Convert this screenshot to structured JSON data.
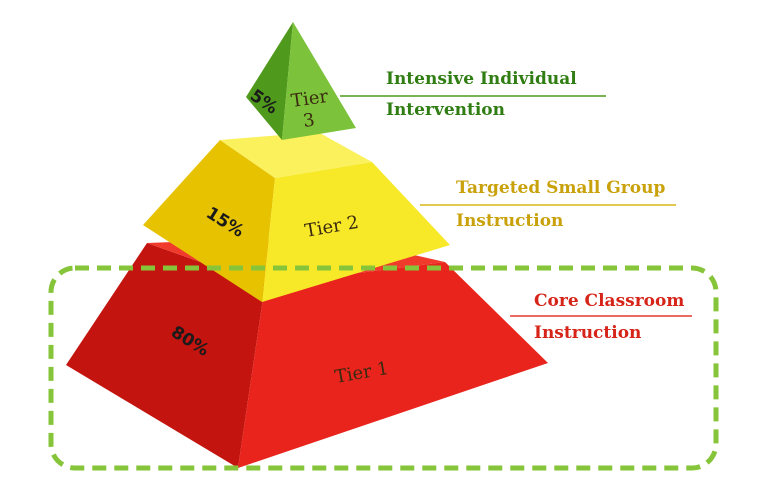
{
  "tiers": [
    {
      "name": "Tier 3",
      "name_lines": [
        "Tier",
        "3"
      ],
      "percent": "5%",
      "description_lines": [
        "Intensive Individual",
        "Intervention"
      ],
      "colors": {
        "front": "#7cc23a",
        "left": "#4f9a1c",
        "right": "#62ad28",
        "top": "#9ad658",
        "text": "#2f7d13",
        "line": "#4f9a1c"
      }
    },
    {
      "name": "Tier 2",
      "percent": "15%",
      "description_lines": [
        "Targeted Small Group",
        "Instruction"
      ],
      "colors": {
        "front": "#f7e928",
        "left": "#e6c200",
        "right": "#eed116",
        "top": "#fbf15c",
        "text": "#c9a10a",
        "line": "#d9b516"
      }
    },
    {
      "name": "Tier 1",
      "percent": "80%",
      "description_lines": [
        "Core Classroom",
        "Instruction"
      ],
      "colors": {
        "front": "#e8241c",
        "left": "#c4140f",
        "right": "#d41d16",
        "top": "#f03a2c",
        "text": "#d62418",
        "line": "#e23a30"
      }
    }
  ],
  "highlight": {
    "color": "#86c53a",
    "style": "dashed"
  }
}
